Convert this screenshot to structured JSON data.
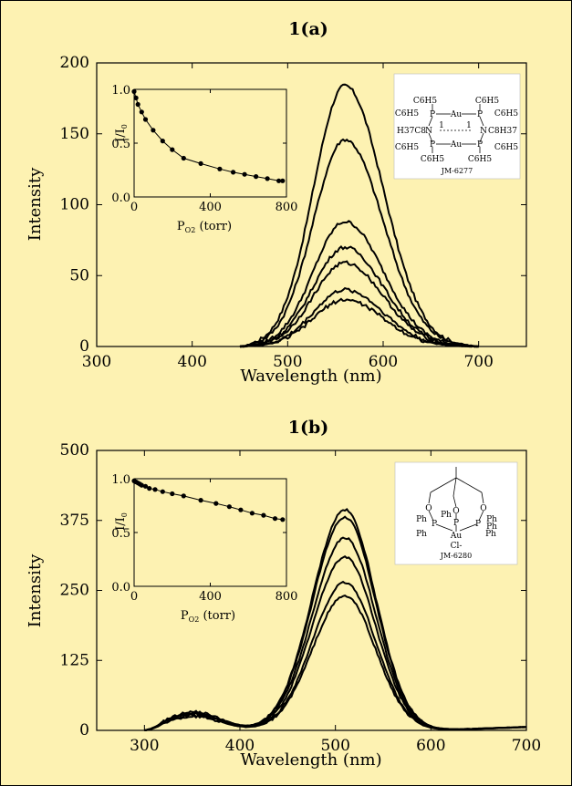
{
  "colors": {
    "background": "#fdf2b2",
    "frame": "#000000",
    "ink": "#000000",
    "structure_box": "#ffffff"
  },
  "chart_data": [
    {
      "type": "line",
      "title": "1(a)",
      "xlabel": "Wavelength (nm)",
      "ylabel": "Intensity",
      "xlim": [
        300,
        750
      ],
      "ylim": [
        0,
        200
      ],
      "xticks": [
        "300",
        "400",
        "500",
        "600",
        "700"
      ],
      "yticks": [
        "0",
        "50",
        "100",
        "150",
        "200"
      ],
      "grid": false,
      "legend": "none",
      "series": [
        {
          "peak_x": 560,
          "peak_y": 184,
          "start_x": 450,
          "end_x": 700
        },
        {
          "peak_x": 560,
          "peak_y": 146,
          "start_x": 450,
          "end_x": 700
        },
        {
          "peak_x": 560,
          "peak_y": 88,
          "start_x": 450,
          "end_x": 700
        },
        {
          "peak_x": 560,
          "peak_y": 70,
          "start_x": 450,
          "end_x": 700
        },
        {
          "peak_x": 560,
          "peak_y": 59,
          "start_x": 450,
          "end_x": 700
        },
        {
          "peak_x": 560,
          "peak_y": 40,
          "start_x": 450,
          "end_x": 700
        },
        {
          "peak_x": 560,
          "peak_y": 33,
          "start_x": 450,
          "end_x": 700
        }
      ],
      "inset": {
        "type": "line",
        "xlabel_main": "P",
        "xlabel_sub": "O2",
        "xlabel_rest": " (torr)",
        "ylabel_main": "I/I",
        "ylabel_sub": "0",
        "xlim": [
          0,
          800
        ],
        "ylim": [
          0.0,
          1.0
        ],
        "xticks": [
          "0",
          "400",
          "800"
        ],
        "yticks": [
          "0.0",
          "0.5",
          "1.0"
        ],
        "x": [
          0,
          10,
          20,
          40,
          60,
          100,
          150,
          200,
          260,
          350,
          450,
          520,
          580,
          640,
          700,
          760,
          780
        ],
        "y": [
          0.98,
          0.92,
          0.86,
          0.79,
          0.72,
          0.62,
          0.52,
          0.44,
          0.36,
          0.31,
          0.26,
          0.23,
          0.21,
          0.19,
          0.17,
          0.15,
          0.15
        ]
      },
      "structure": {
        "labels": [
          "C6H5",
          "C6H5",
          "C6H5",
          "C6H5",
          "P",
          "Au",
          "P",
          "H37C8",
          "N",
          "1",
          "1",
          "N",
          "C8H37",
          "P",
          "Au",
          "P",
          "C6H5",
          "C6H5",
          "C6H5",
          "C6H5"
        ],
        "code": "JM-6277"
      }
    },
    {
      "type": "line",
      "title": "1(b)",
      "xlabel": "Wavelength (nm)",
      "ylabel": "Intensity",
      "xlim": [
        250,
        700
      ],
      "ylim": [
        0,
        500
      ],
      "xticks": [
        "300",
        "400",
        "500",
        "600",
        "700"
      ],
      "yticks": [
        "0",
        "125",
        "250",
        "375",
        "500"
      ],
      "grid": false,
      "legend": "none",
      "series": [
        {
          "peak_x": 510,
          "peak_y": 394,
          "shoulder_y": 33
        },
        {
          "peak_x": 510,
          "peak_y": 381,
          "shoulder_y": 31
        },
        {
          "peak_x": 510,
          "peak_y": 344,
          "shoulder_y": 30
        },
        {
          "peak_x": 510,
          "peak_y": 310,
          "shoulder_y": 29
        },
        {
          "peak_x": 510,
          "peak_y": 264,
          "shoulder_y": 27
        },
        {
          "peak_x": 510,
          "peak_y": 240,
          "shoulder_y": 25
        }
      ],
      "inset": {
        "type": "line",
        "xlabel_main": "P",
        "xlabel_sub": "O2",
        "xlabel_rest": " (torr)",
        "ylabel_main": "I/I",
        "ylabel_sub": "0",
        "xlim": [
          0,
          800
        ],
        "ylim": [
          0.0,
          1.0
        ],
        "xticks": [
          "0",
          "400",
          "800"
        ],
        "yticks": [
          "0.0",
          "0.5",
          "1.0"
        ],
        "x": [
          0,
          10,
          20,
          30,
          40,
          60,
          80,
          110,
          150,
          200,
          260,
          350,
          430,
          500,
          560,
          620,
          680,
          740,
          780
        ],
        "y": [
          0.98,
          0.97,
          0.96,
          0.95,
          0.94,
          0.93,
          0.91,
          0.9,
          0.88,
          0.86,
          0.84,
          0.8,
          0.77,
          0.74,
          0.71,
          0.68,
          0.66,
          0.63,
          0.62
        ]
      },
      "structure": {
        "labels": [
          "O",
          "O",
          "O",
          "Ph",
          "Ph",
          "Ph",
          "P",
          "P",
          "P",
          "Ph",
          "Ph",
          "Ph",
          "Au",
          "Cl-"
        ],
        "code": "JM-6280"
      }
    }
  ]
}
